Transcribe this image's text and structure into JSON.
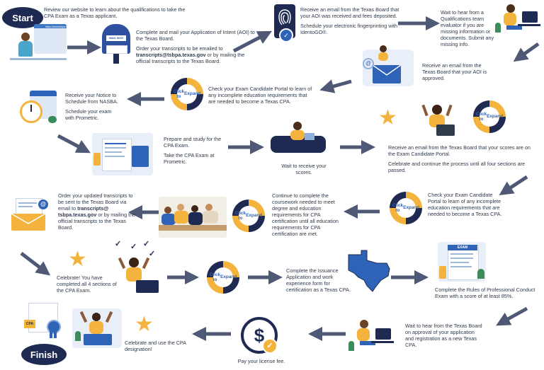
{
  "ovals": {
    "start": "Start",
    "finish": "Finish"
  },
  "expand_label_line1": "Click to",
  "expand_label_line2": "Expand",
  "browser_url": "https://www.tsbpa.texas.gov",
  "mailbox_label": "MAIL BOX",
  "steps": {
    "s1": "Review our website to learn about the qualifications to take the CPA Exam as a Texas applicant.",
    "s2_a": "Complete and mail your Application of Intent (AOI) to the Texas Board.",
    "s2_b_pre": "Order your transcripts to be emailed to ",
    "s2_b_bold": "transcripts@tsbpa.texas.gov",
    "s2_b_post": " or by mailing the official transcripts to the Texas Board.",
    "s3_a": "Receive an email from the Texas Board that your AOI was received and fees deposited.",
    "s3_b": "Schedule your electronic fingerprinting with IdentoGO®.",
    "s4": "Wait to hear from a Qualifications team evaluator if you are missing information or documents. Submit any missing info.",
    "s5": "Receive an email from the Texas Board that your AOI is approved.",
    "s6": "Check your Exam Candidate Portal to learn of any incomplete education requirements that are needed to become a Texas CPA.",
    "s7_a": "Receive your Notice to Schedule from NASBA.",
    "s7_b": "Schedule your exam with Prometric.",
    "s8_a": "Prepare and study for the CPA Exam.",
    "s8_b": "Take the CPA Exam at Prometric.",
    "s9": "Wait to receive your scores.",
    "s10_a": "Receive an email from the Texas Board that your scores are on the Exam Candidate Portal.",
    "s10_b": "Celebrate and continue the process until all four sections are passed.",
    "s11": "Check your Exam Candidate Portal to learn of any incomplete education requirements that are needed to become a Texas CPA.",
    "s12": "Continue to complete the coursework needed to meet degree and education requirements for CPA certification until all education requirements for CPA certification are met.",
    "s13_pre": "Order your updated transcripts to be sent to the Texas Board via email to ",
    "s13_bold": "transcripts@ tsbpa.texas.gov",
    "s13_post": " or by mailing the official transcripts to the Texas Board.",
    "s14": "Celebrate! You have completed all 4 sections of the CPA Exam.",
    "s15": "Complete the Issuance Application and work experience form for certification as a Texas CPA.",
    "s16": "Complete the Rules of Professional Conduct Exam with a score of at least 85%.",
    "s17": "Wait to hear from the Texas Board on approval of your application and registration as a new Texas CPA.",
    "s18": "Pay your license fee.",
    "s19": "Celebrate and use the CPA designation!"
  },
  "badges": {
    "exam": "EXAM",
    "cpa": "CPA"
  },
  "colors": {
    "navy": "#1f2a52",
    "gold": "#f3b33d",
    "slate": "#4f5875",
    "blue": "#2f63b8"
  }
}
